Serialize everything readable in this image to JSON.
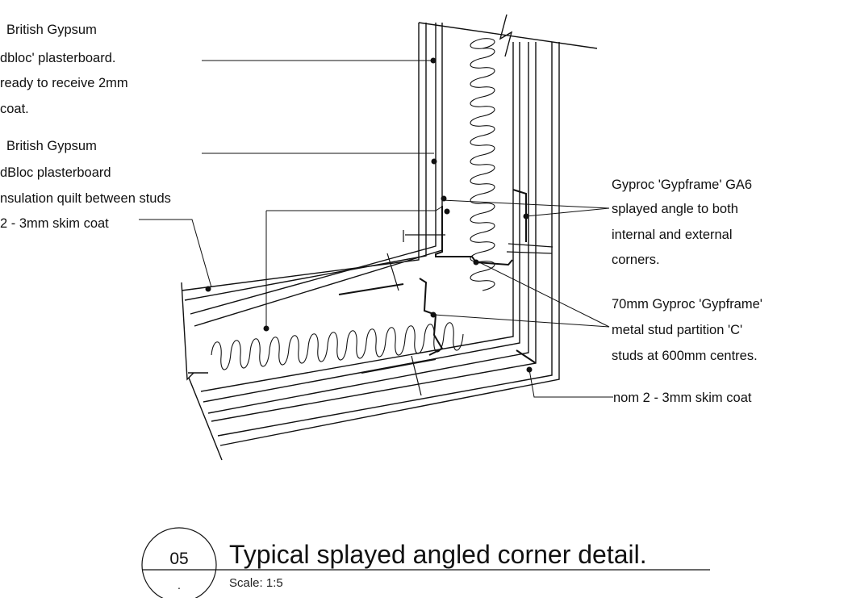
{
  "annotations_left": [
    {
      "lines": [
        "British Gypsum",
        "dbloc' plasterboard.",
        "ready to receive 2mm",
        "coat."
      ]
    },
    {
      "lines": [
        "British Gypsum",
        "dBloc plasterboard",
        "nsulation quilt between studs",
        "2 - 3mm skim coat"
      ]
    }
  ],
  "annotations_right": [
    {
      "lines": [
        "Gyproc 'Gypframe'  GA6",
        "splayed angle to both",
        "internal and external",
        "corners."
      ]
    },
    {
      "lines": [
        "70mm Gyproc 'Gypframe'",
        "metal stud partition 'C'",
        "studs at 600mm centres."
      ]
    },
    {
      "lines": [
        "nom 2 - 3mm skim coat"
      ]
    }
  ],
  "title_block": {
    "number": "05",
    "sheet": ".",
    "title": "Typical splayed angled corner detail.",
    "scale": "Scale:  1:5"
  }
}
